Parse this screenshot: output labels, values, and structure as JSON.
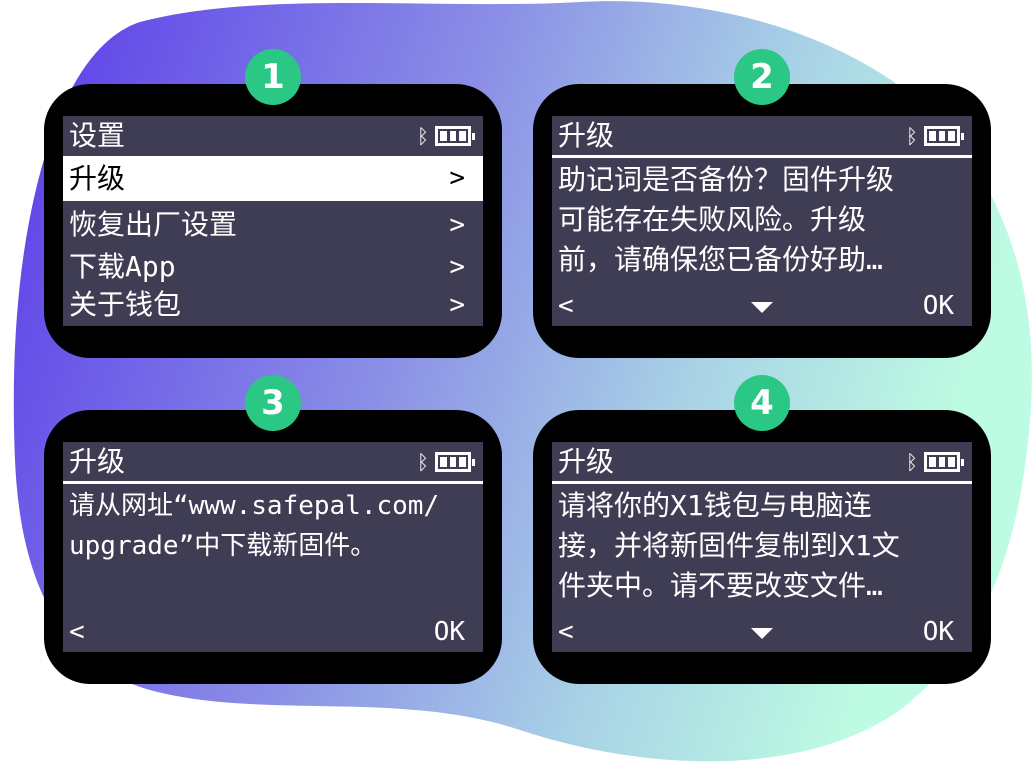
{
  "colors": {
    "screen": "#3f3d53",
    "badge": "#2ac785",
    "blob_start": "#5b3be8",
    "blob_end": "#bdfbe2"
  },
  "status_icons": [
    "bluetooth-icon",
    "battery-icon"
  ],
  "panels": [
    {
      "badge": "1",
      "title": "设置",
      "menu": [
        {
          "label": "升级",
          "chevron": ">",
          "selected": true
        },
        {
          "label": "恢复出厂设置",
          "chevron": ">"
        },
        {
          "label": "下载App",
          "chevron": ">"
        },
        {
          "label": "关于钱包",
          "chevron": ">"
        }
      ]
    },
    {
      "badge": "2",
      "title": "升级",
      "body": "助记词是否备份？固件升级\n可能存在失败风险。升级\n前，请确保您已备份好助…",
      "back": "<",
      "ok": "OK"
    },
    {
      "badge": "3",
      "title": "升级",
      "body": "请从网址“www.safepal.com/\nupgrade”中下载新固件。",
      "back": "<",
      "ok": "OK"
    },
    {
      "badge": "4",
      "title": "升级",
      "body": "请将你的X1钱包与电脑连\n接，并将新固件复制到X1文\n件夹中。请不要改变文件…",
      "back": "<",
      "ok": "OK"
    }
  ],
  "bluetooth_glyph": "ᛒ"
}
